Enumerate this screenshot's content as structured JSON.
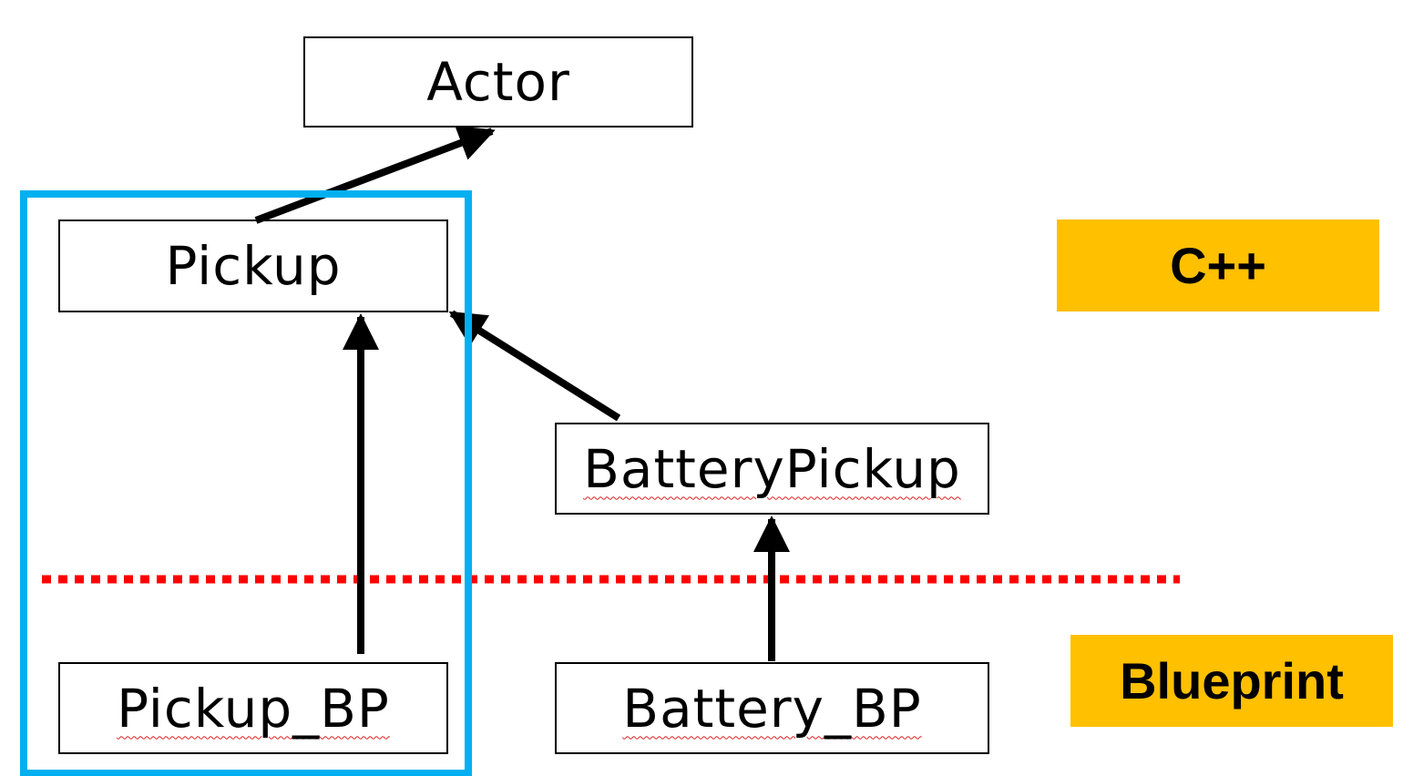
{
  "nodes": {
    "actor": "Actor",
    "pickup": "Pickup",
    "battery_pickup": "BatteryPickup",
    "pickup_bp": "Pickup_BP",
    "battery_bp": "Battery_BP"
  },
  "labels": {
    "cpp": "C++",
    "blueprint": "Blueprint"
  },
  "colors": {
    "highlight_border": "#00b0f0",
    "divider": "#ff0000",
    "tag_fill": "#ffc000"
  }
}
